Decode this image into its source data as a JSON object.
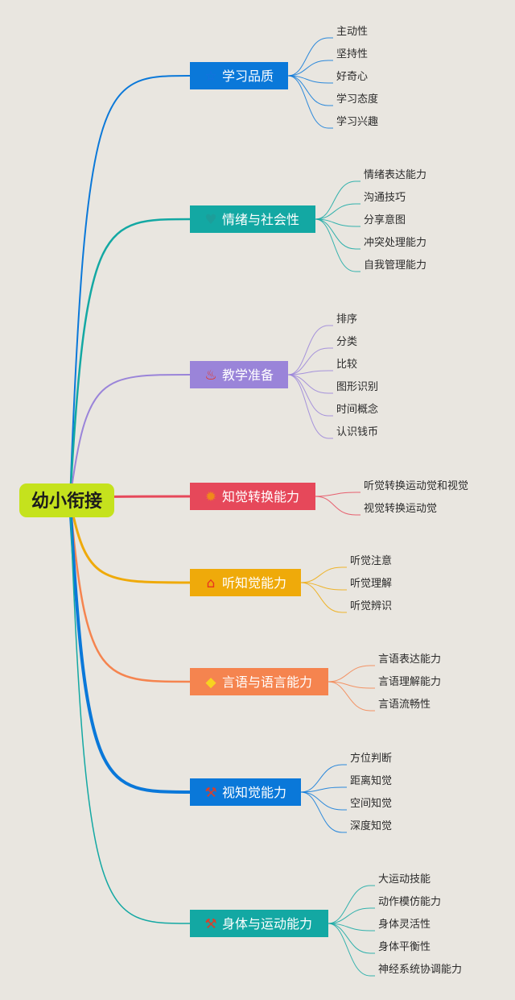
{
  "root": {
    "label": "幼小衔接",
    "color": "#c5e21d"
  },
  "branches": [
    {
      "label": "学习品质",
      "color": "#0a78d9",
      "icon": "star-icon",
      "children": [
        "主动性",
        "坚持性",
        "好奇心",
        "学习态度",
        "学习兴趣"
      ]
    },
    {
      "label": "情绪与社会性",
      "color": "#13a8a3",
      "icon": "heart-icon",
      "children": [
        "情绪表达能力",
        "沟通技巧",
        "分享意图",
        "冲突处理能力",
        "自我管理能力"
      ]
    },
    {
      "label": "教学准备",
      "color": "#9a84d9",
      "icon": "flame-icon",
      "children": [
        "排序",
        "分类",
        "比较",
        "图形识别",
        "时间概念",
        "认识钱币"
      ]
    },
    {
      "label": "知觉转换能力",
      "color": "#e6485a",
      "icon": "sun-icon",
      "children": [
        "听觉转换运动觉和视觉",
        "视觉转换运动觉"
      ]
    },
    {
      "label": "听知觉能力",
      "color": "#efaa0a",
      "icon": "house-icon",
      "children": [
        "听觉注意",
        "听觉理解",
        "听觉辨识"
      ]
    },
    {
      "label": "言语与语言能力",
      "color": "#f5844f",
      "icon": "diamond-icon",
      "children": [
        "言语表达能力",
        "言语理解能力",
        "言语流畅性"
      ]
    },
    {
      "label": "视知觉能力",
      "color": "#0a78d9",
      "icon": "hammer-icon",
      "children": [
        "方位判断",
        "距离知觉",
        "空间知觉",
        "深度知觉"
      ]
    },
    {
      "label": "身体与运动能力",
      "color": "#13a8a3",
      "icon": "tools-icon",
      "children": [
        "大运动技能",
        "动作模仿能力",
        "身体灵活性",
        "身体平衡性",
        "神经系统协调能力"
      ]
    }
  ]
}
